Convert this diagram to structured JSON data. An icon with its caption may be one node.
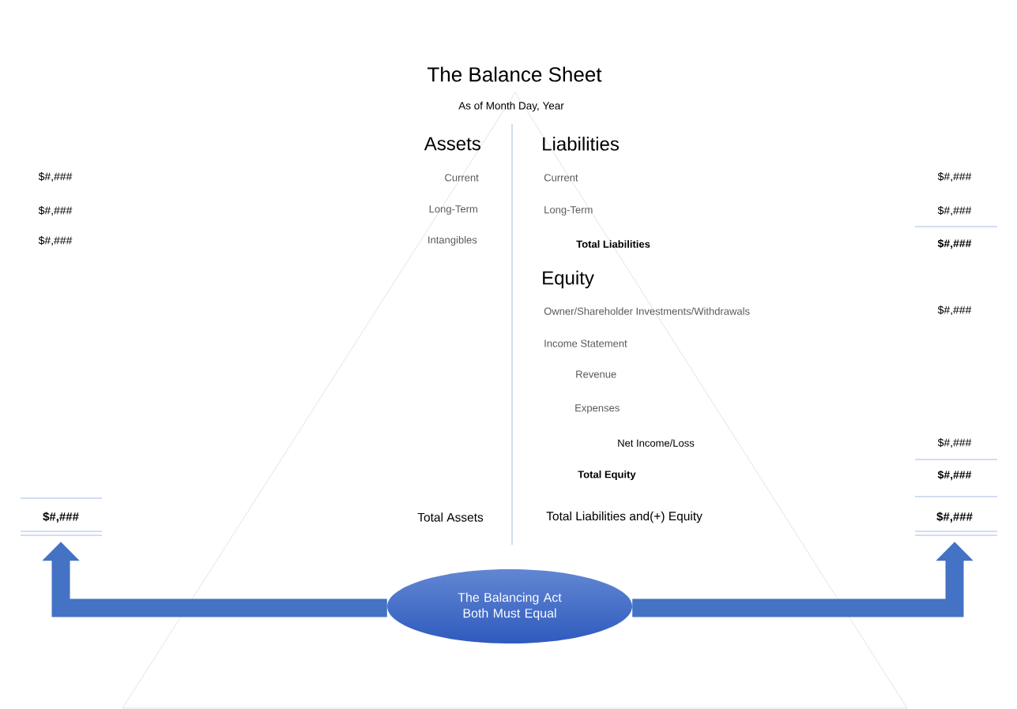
{
  "diagram": {
    "title": "The Balance Sheet",
    "nodes": [
      {
        "text": [
          "The Balancing Act Both Must Equal"
        ]
      },
      {
        "text": [
          "$#,###"
        ]
      },
      {
        "text": [
          "$#,###"
        ]
      }
    ],
    "edges": [
      {
        "from": 0,
        "to": 1,
        "arrow": "to"
      },
      {
        "from": 0,
        "to": 2,
        "arrow": "to"
      }
    ],
    "labels": [
      "As of Month Day, Year",
      "Assets",
      "Liabilities",
      "$#,###",
      "Current",
      "Current",
      "$#,###",
      "$#,###",
      "Long-Term",
      "Long-Term",
      "$#,###",
      "$#,###",
      "Intangibles",
      "Total Liabilities",
      "$#,###",
      "Equity",
      "Owner/Shareholder Investments/Withdrawals",
      "$#,###",
      "Income Statement",
      "Revenue",
      "Expenses",
      "Net Income/Loss",
      "$#,###",
      "Total Equity",
      "$#,###",
      "Total Assets",
      "Total Liabilities and(+) Equity"
    ]
  }
}
